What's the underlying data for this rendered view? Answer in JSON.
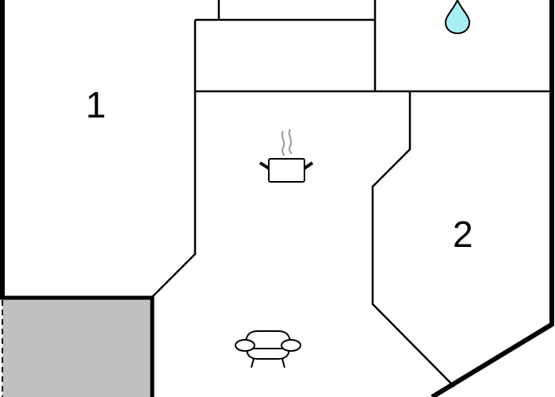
{
  "floorplan": {
    "rooms": [
      {
        "id": "room-1",
        "label": "1",
        "type": "bedroom"
      },
      {
        "id": "room-2",
        "label": "2",
        "type": "bedroom"
      },
      {
        "id": "bathroom",
        "label": "",
        "type": "bathroom",
        "icon": "water-drop-icon"
      },
      {
        "id": "kitchen-living",
        "label": "",
        "type": "kitchen-living",
        "icons": [
          "cooking-pot-icon",
          "sofa-icon"
        ]
      },
      {
        "id": "terrace",
        "label": "",
        "type": "terrace"
      }
    ],
    "colors": {
      "wall": "#000000",
      "water_drop": "#a8eef2",
      "terrace_fill": "#c0c0c0",
      "steam": "#999999",
      "background": "#ffffff"
    }
  }
}
